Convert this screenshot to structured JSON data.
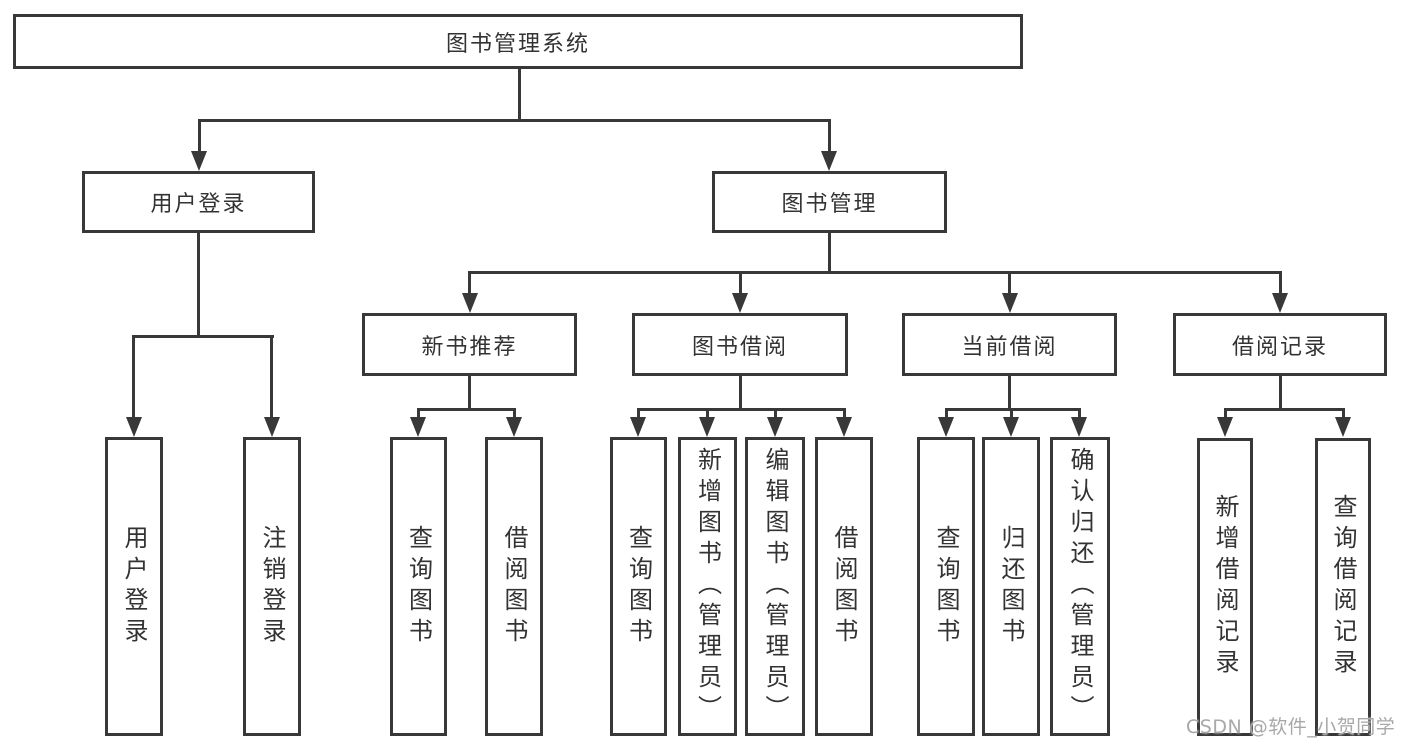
{
  "diagram": {
    "title": "图书管理系统",
    "watermark": "CSDN @软件_小贺同学",
    "colors": {
      "line": "#383838",
      "text": "#333333",
      "background": "#ffffff",
      "watermark": "#a8a8a8"
    },
    "nodes": {
      "root": {
        "label": "图书管理系统"
      },
      "user_login": {
        "label": "用户登录"
      },
      "book_mgmt": {
        "label": "图书管理"
      },
      "new_book_rec": {
        "label": "新书推荐"
      },
      "book_borrow": {
        "label": "图书借阅"
      },
      "current_borrow": {
        "label": "当前借阅"
      },
      "borrow_record": {
        "label": "借阅记录"
      },
      "leaf_user_login": {
        "label": "用户登录"
      },
      "leaf_logout": {
        "label": "注销登录"
      },
      "leaf_query_book_1": {
        "label": "查询图书"
      },
      "leaf_borrow_book_1": {
        "label": "借阅图书"
      },
      "leaf_query_book_2": {
        "label": "查询图书"
      },
      "leaf_add_book": {
        "label": "新增图书（管理员）"
      },
      "leaf_edit_book": {
        "label": "编辑图书（管理员）"
      },
      "leaf_borrow_book_2": {
        "label": "借阅图书"
      },
      "leaf_query_book_3": {
        "label": "查询图书"
      },
      "leaf_return_book": {
        "label": "归还图书"
      },
      "leaf_confirm_return": {
        "label": "确认归还（管理员）"
      },
      "leaf_add_record": {
        "label": "新增借阅记录"
      },
      "leaf_query_record": {
        "label": "查询借阅记录"
      }
    },
    "hierarchy": {
      "图书管理系统": {
        "用户登录": [
          "用户登录",
          "注销登录"
        ],
        "图书管理": {
          "新书推荐": [
            "查询图书",
            "借阅图书"
          ],
          "图书借阅": [
            "查询图书",
            "新增图书（管理员）",
            "编辑图书（管理员）",
            "借阅图书"
          ],
          "当前借阅": [
            "查询图书",
            "归还图书",
            "确认归还（管理员）"
          ],
          "借阅记录": [
            "新增借阅记录",
            "查询借阅记录"
          ]
        }
      }
    }
  }
}
